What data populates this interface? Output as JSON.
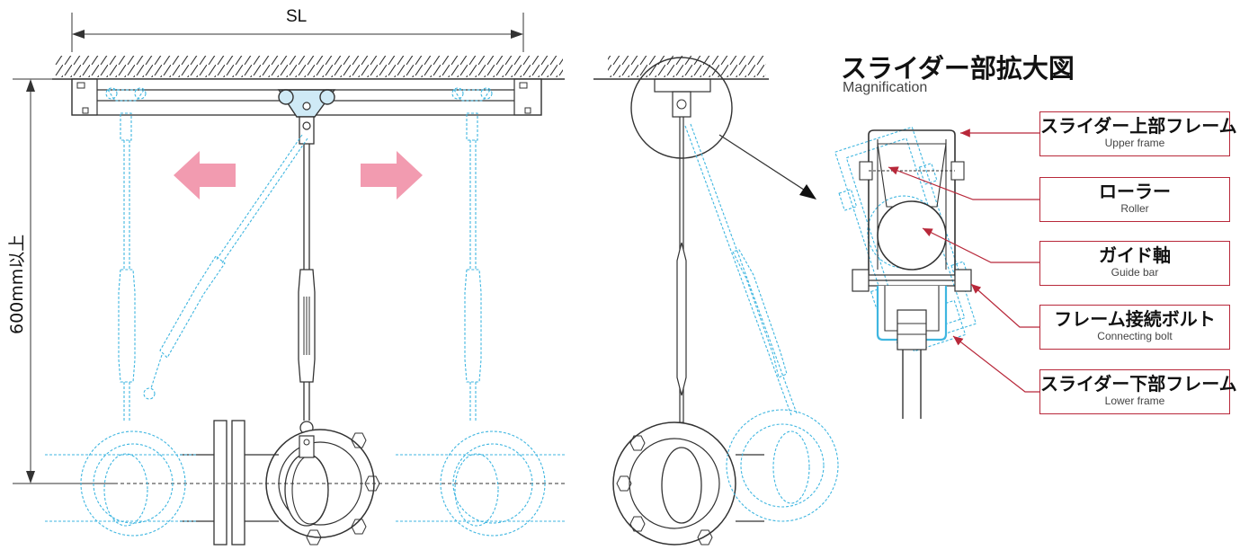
{
  "dimension": {
    "span_label": "SL",
    "height_label": "600mm以上"
  },
  "detail": {
    "title": "スライダー部拡大図",
    "subtitle": "Magnification"
  },
  "callouts": [
    {
      "jp": "スライダー上部フレーム",
      "en": "Upper frame"
    },
    {
      "jp": "ローラー",
      "en": "Roller"
    },
    {
      "jp": "ガイド軸",
      "en": "Guide bar"
    },
    {
      "jp": "フレーム接続ボルト",
      "en": "Connecting bolt"
    },
    {
      "jp": "スライダー下部フレーム",
      "en": "Lower frame"
    }
  ],
  "colors": {
    "line": "#333333",
    "ghost": "#3fb6e0",
    "ghost_fill": "#cfeaf6",
    "arrow": "#f29bb0",
    "callout": "#b8283a"
  }
}
